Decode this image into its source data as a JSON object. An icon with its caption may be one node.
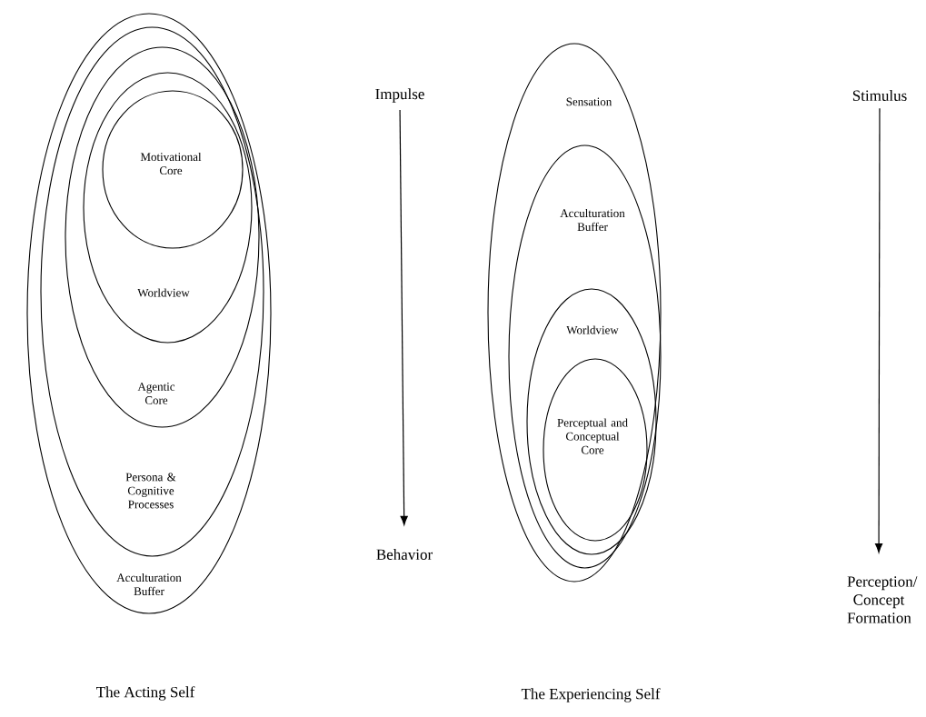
{
  "diagram": {
    "nodes": [
      {
        "text": [
          "Acculturation Buffer"
        ]
      },
      {
        "text": [
          "Persona & Cognitive Processes"
        ],
        "in": 0
      },
      {
        "text": [
          "Agentic Core"
        ],
        "in": 1
      },
      {
        "text": [
          "Worldview"
        ],
        "in": 2
      },
      {
        "text": [
          "Motivational Core"
        ],
        "in": 3
      },
      {
        "text": [
          "Impulse"
        ]
      },
      {
        "text": [
          "Behavior"
        ]
      },
      {
        "text": [
          "Sensation"
        ]
      },
      {
        "text": [
          "Acculturation Buffer"
        ],
        "in": 7
      },
      {
        "text": [
          "Worldview"
        ],
        "in": 8
      },
      {
        "text": [
          "Perceptual and Conceptual Core"
        ],
        "in": 9
      },
      {
        "text": [
          "Stimulus"
        ]
      },
      {
        "text": [
          "Perception/ Concept Formation"
        ]
      }
    ],
    "edges": [
      {
        "from": 5,
        "to": 6,
        "arrow": "to"
      },
      {
        "from": 11,
        "to": 12,
        "arrow": "to"
      }
    ],
    "labels": [
      "The Acting Self",
      "The Experiencing Self"
    ]
  }
}
